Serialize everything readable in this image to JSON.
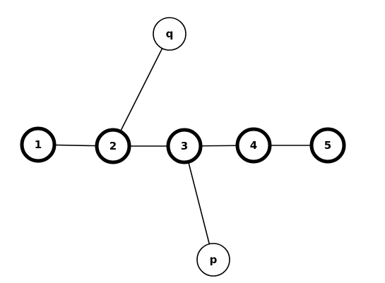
{
  "graph": {
    "nodes": [
      {
        "id": "1",
        "label": "1",
        "style": "bold"
      },
      {
        "id": "2",
        "label": "2",
        "style": "bold"
      },
      {
        "id": "3",
        "label": "3",
        "style": "bold"
      },
      {
        "id": "4",
        "label": "4",
        "style": "bold"
      },
      {
        "id": "5",
        "label": "5",
        "style": "bold"
      },
      {
        "id": "q",
        "label": "q",
        "style": "thin"
      },
      {
        "id": "p",
        "label": "p",
        "style": "thin"
      }
    ],
    "edges": [
      {
        "from": "1",
        "to": "2"
      },
      {
        "from": "2",
        "to": "3"
      },
      {
        "from": "3",
        "to": "4"
      },
      {
        "from": "4",
        "to": "5"
      },
      {
        "from": "2",
        "to": "q"
      },
      {
        "from": "3",
        "to": "p"
      }
    ]
  }
}
